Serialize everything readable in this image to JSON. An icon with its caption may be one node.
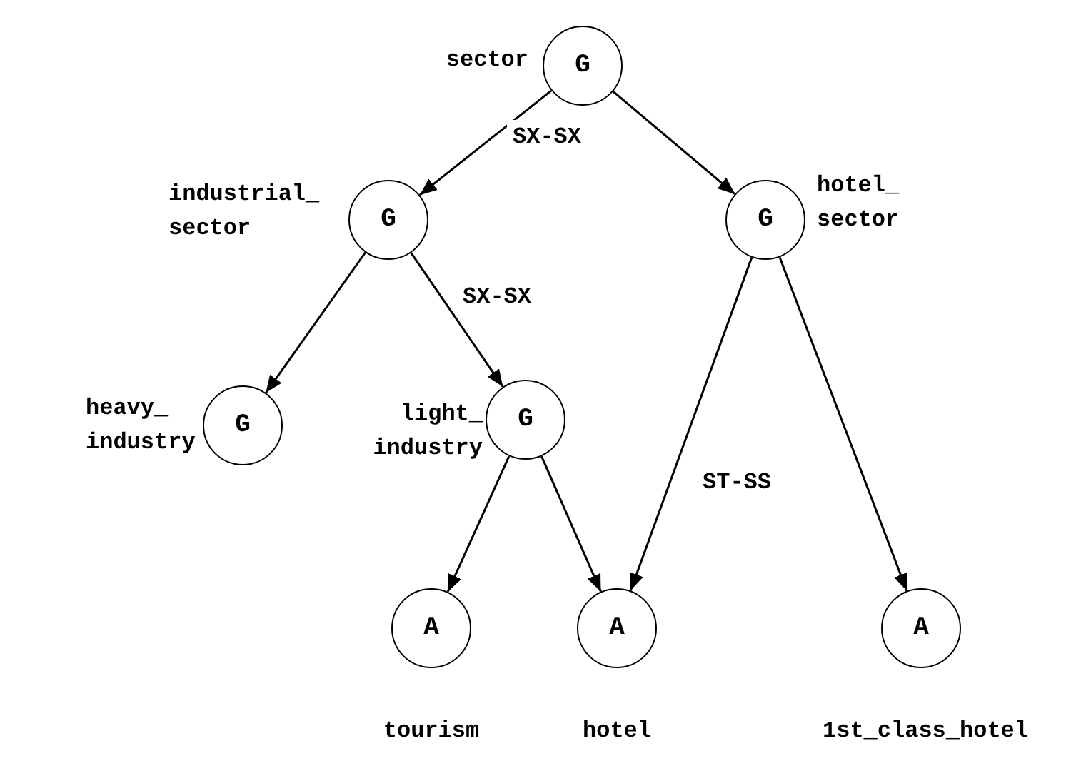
{
  "diagram": {
    "nodes": [
      {
        "text": [
          "G"
        ],
        "beside": [
          "sector"
        ]
      },
      {
        "text": [
          "G"
        ],
        "beside": [
          "industrial_ sector"
        ]
      },
      {
        "text": [
          "G"
        ],
        "beside": [
          "hotel_ sector"
        ]
      },
      {
        "text": [
          "G"
        ],
        "beside": [
          "heavy_ industry"
        ]
      },
      {
        "text": [
          "G"
        ],
        "beside": [
          "light_ industry"
        ]
      },
      {
        "text": [
          "A"
        ],
        "beside": [
          "tourism"
        ]
      },
      {
        "text": [
          "A"
        ],
        "beside": [
          "hotel"
        ]
      },
      {
        "text": [
          "A"
        ],
        "beside": [
          "1st_class_hotel"
        ]
      }
    ],
    "edges": [
      {
        "from": 0,
        "to": 1,
        "arrow": "to",
        "label": "SX-SX"
      },
      {
        "from": 0,
        "to": 2,
        "arrow": "to"
      },
      {
        "from": 1,
        "to": 3,
        "arrow": "to"
      },
      {
        "from": 1,
        "to": 4,
        "arrow": "to",
        "label": "SX-SX"
      },
      {
        "from": 4,
        "to": 5,
        "arrow": "to"
      },
      {
        "from": 4,
        "to": 6,
        "arrow": "to"
      },
      {
        "from": 2,
        "to": 6,
        "arrow": "to",
        "label": "ST-SS"
      },
      {
        "from": 2,
        "to": 7,
        "arrow": "to"
      }
    ]
  }
}
